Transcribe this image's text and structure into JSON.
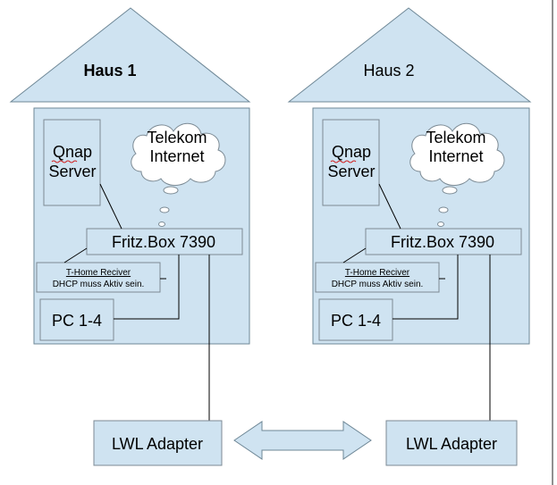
{
  "houses": [
    {
      "title": "Haus 1",
      "title_bold": true,
      "server_line1": "Qnap",
      "server_line2": "Server",
      "internet_line1": "Telekom",
      "internet_line2": "Internet",
      "router": "Fritz.Box 7390",
      "receiver_line1": "T-Home Reciver",
      "receiver_line2": "DHCP muss Aktiv sein.",
      "pc": "PC 1-4",
      "adapter": "LWL Adapter"
    },
    {
      "title": "Haus 2",
      "title_bold": false,
      "server_line1": "Qnap",
      "server_line2": "Server",
      "internet_line1": "Telekom",
      "internet_line2": "Internet",
      "router": "Fritz.Box 7390",
      "receiver_line1": "T-Home Reciver",
      "receiver_line2": "DHCP muss Aktiv sein.",
      "pc": "PC 1-4",
      "adapter": "LWL Adapter"
    }
  ],
  "colors": {
    "fill": "#cfe3f1",
    "stroke": "#6e8796"
  }
}
